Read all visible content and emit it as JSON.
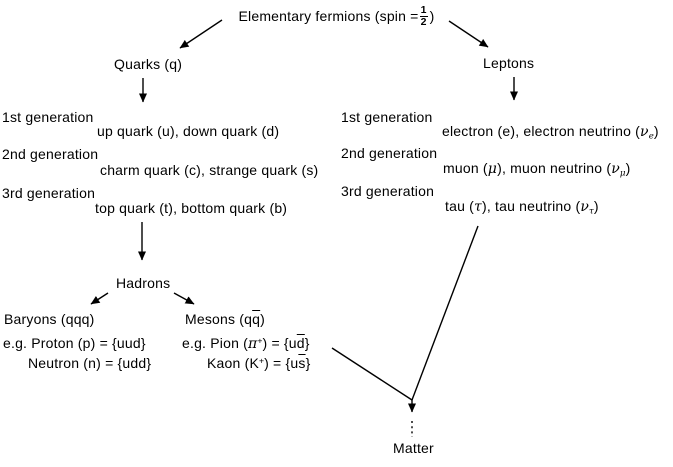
{
  "title": {
    "segments": [
      [
        "n",
        "Elementary fermions (spin = "
      ],
      [
        "frac",
        "1",
        "2"
      ],
      [
        "n",
        ")"
      ]
    ]
  },
  "quarks": {
    "label": "Quarks (q)",
    "generations": [
      {
        "label": "1st generation",
        "particles": "up quark (u), down quark (d)"
      },
      {
        "label": "2nd generation",
        "particles": "charm quark (c), strange quark (s)"
      },
      {
        "label": "3rd generation",
        "particles": "top quark (t), bottom quark (b)"
      }
    ]
  },
  "leptons": {
    "label": "Leptons",
    "generations": [
      {
        "label": "1st generation",
        "particles_segments": [
          [
            "n",
            "electron (e), electron neutrino ("
          ],
          [
            "g",
            "ν"
          ],
          [
            "sub",
            "e"
          ],
          [
            "n",
            ")"
          ]
        ]
      },
      {
        "label": "2nd generation",
        "particles_segments": [
          [
            "n",
            "muon ("
          ],
          [
            "g",
            "μ"
          ],
          [
            "n",
            "), muon neutrino ("
          ],
          [
            "g",
            "ν"
          ],
          [
            "sub",
            "μ"
          ],
          [
            "n",
            ")"
          ]
        ]
      },
      {
        "label": "3rd generation",
        "particles_segments": [
          [
            "n",
            "tau ("
          ],
          [
            "g",
            "τ"
          ],
          [
            "n",
            "), tau neutrino ("
          ],
          [
            "g",
            "ν"
          ],
          [
            "sub",
            "τ"
          ],
          [
            "n",
            ")"
          ]
        ]
      }
    ]
  },
  "hadrons": {
    "label": "Hadrons",
    "baryons": {
      "label": "Baryons (qqq)",
      "examples": [
        "e.g. Proton (p) = {uud}",
        "Neutron (n) = {udd}"
      ]
    },
    "mesons": {
      "label_segments": [
        [
          "n",
          "Mesons (q"
        ],
        [
          "ov",
          "q"
        ],
        [
          "n",
          ")"
        ]
      ],
      "example1_segments": [
        [
          "n",
          "e.g. Pion ("
        ],
        [
          "g",
          "π"
        ],
        [
          "sup",
          "+"
        ],
        [
          "n",
          ") = {u"
        ],
        [
          "ov",
          "d"
        ],
        [
          "n",
          "}"
        ]
      ],
      "example2_segments": [
        [
          "n",
          "Kaon (K"
        ],
        [
          "sup",
          "+"
        ],
        [
          "n",
          ") = {u"
        ],
        [
          "ov",
          "s"
        ],
        [
          "n",
          "}"
        ]
      ]
    }
  },
  "matter": {
    "label": "Matter"
  },
  "colors": {
    "ink": "#000000",
    "background": "#ffffff"
  }
}
